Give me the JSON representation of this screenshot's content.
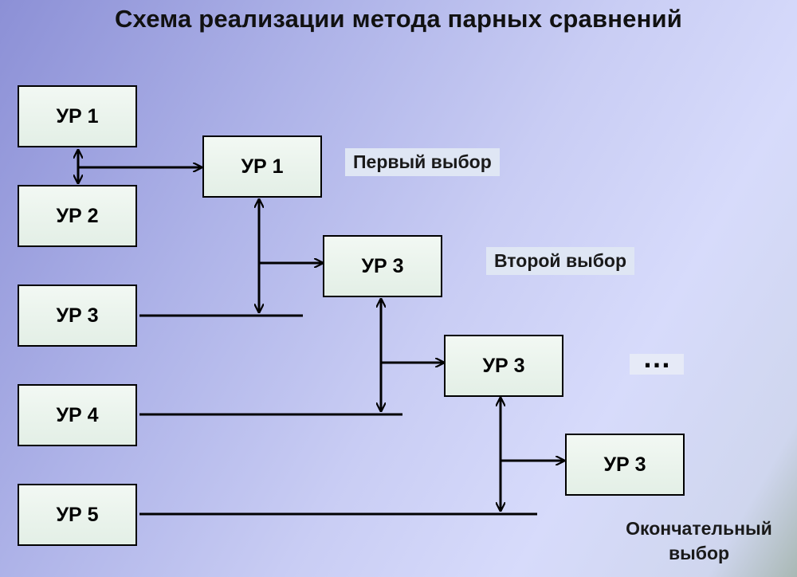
{
  "title": "Схема реализации метода парных сравнений",
  "left_column": [
    "УР 1",
    "УР 2",
    "УР 3",
    "УР 4",
    "УР 5"
  ],
  "stages": [
    "УР 1",
    "УР 3",
    "УР 3",
    "УР 3"
  ],
  "labels": {
    "first_choice": "Первый выбор",
    "second_choice": "Второй выбор",
    "final_choice_line1": "Окончательный",
    "final_choice_line2": "выбор",
    "ellipsis": "…"
  }
}
